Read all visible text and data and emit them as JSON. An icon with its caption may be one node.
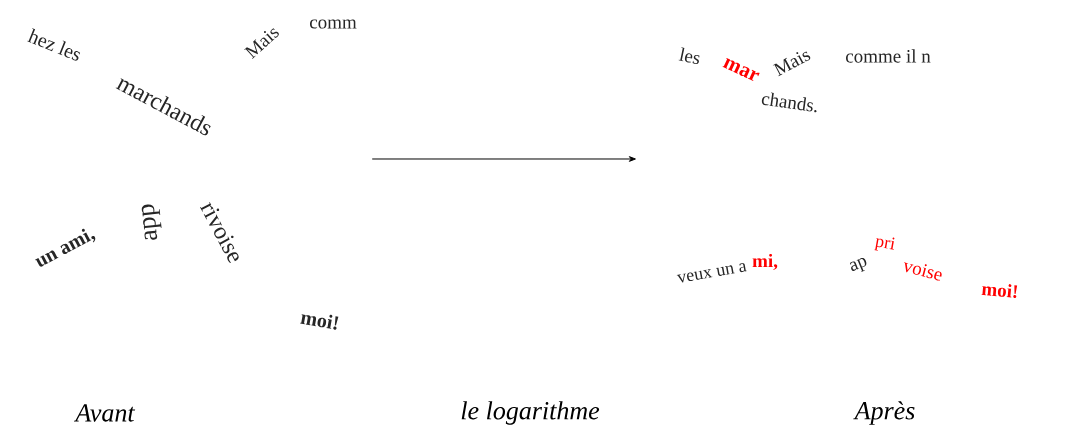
{
  "diagram": {
    "nodes": [
      {
        "text": [
          "hez les",
          "marchands",
          "Mais",
          "comm",
          "un ami,",
          "app",
          "rivoise",
          "moi!"
        ]
      },
      {
        "text": [
          "les",
          "mar",
          "chands.",
          "Mais",
          "comme il n",
          "veux un a",
          "mi,",
          "ap",
          "pri",
          "voise",
          "moi!"
        ]
      }
    ],
    "edges": [
      {
        "from": 0,
        "to": 1,
        "arrow": "to"
      }
    ],
    "labels": [
      "Avant",
      "le logarithme",
      "Après"
    ]
  }
}
